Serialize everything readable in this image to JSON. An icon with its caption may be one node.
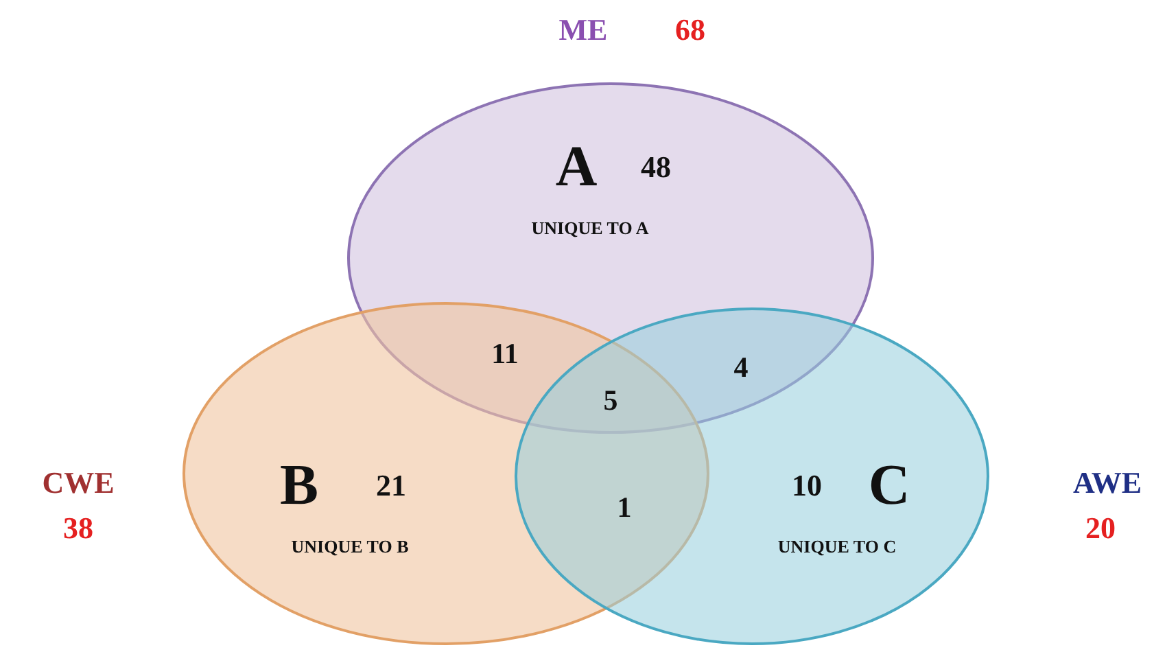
{
  "diagram": {
    "nodes": [
      {
        "text": [
          "A",
          "48",
          "UNIQUE TO A"
        ],
        "beside": [
          "ME",
          "68"
        ]
      },
      {
        "text": [
          "B",
          "21",
          "UNIQUE TO B"
        ],
        "beside": [
          "CWE",
          "38"
        ]
      },
      {
        "text": [
          "10",
          "C",
          "UNIQUE TO C"
        ],
        "beside": [
          "AWE",
          "20"
        ]
      }
    ],
    "labels": [
      "11",
      "4",
      "5",
      "1"
    ]
  }
}
